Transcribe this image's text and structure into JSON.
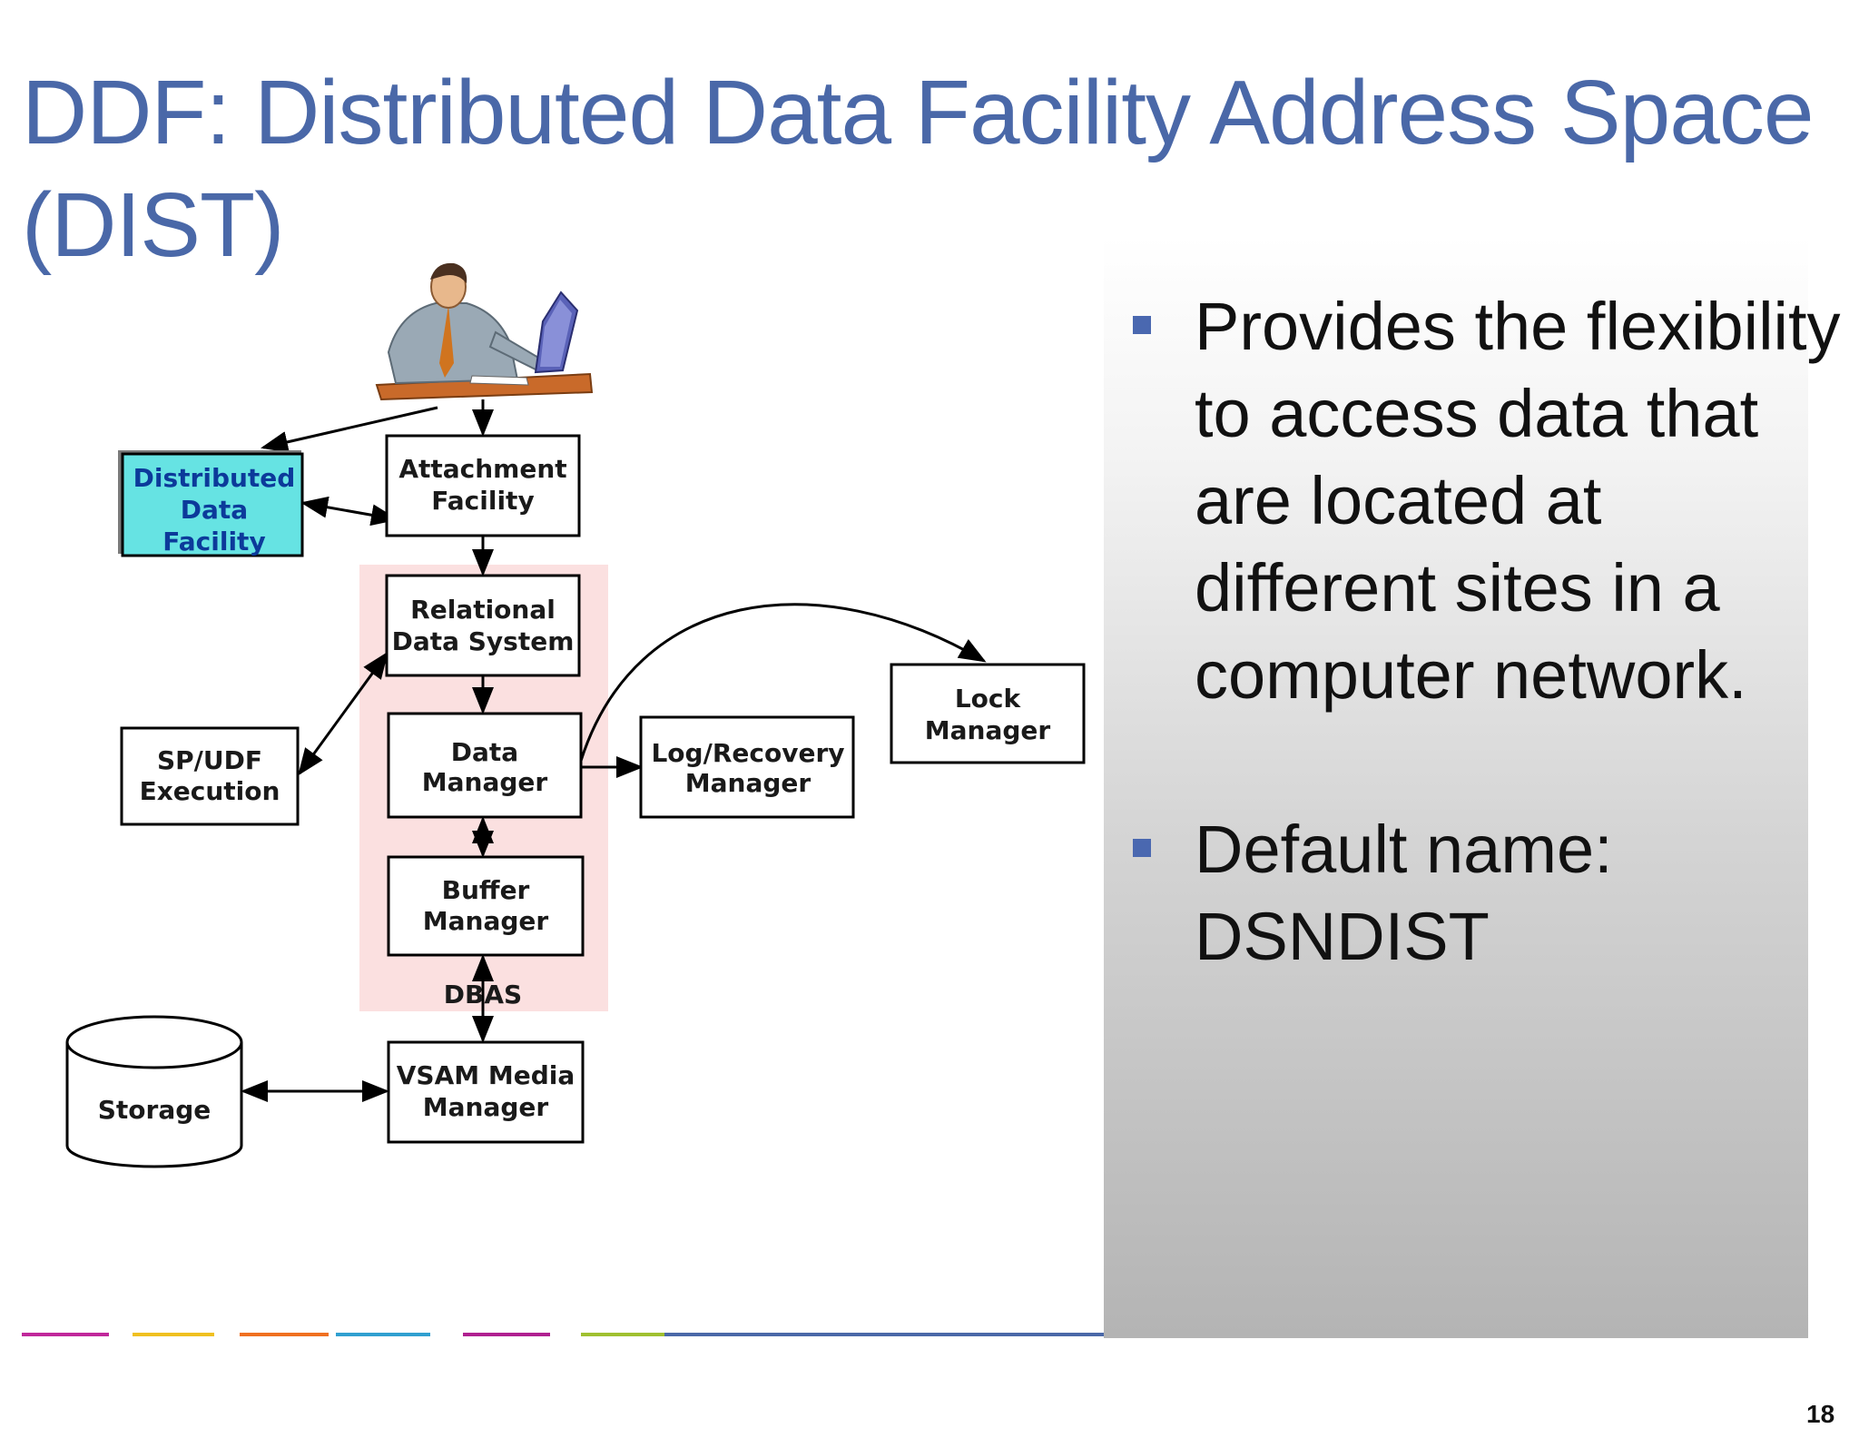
{
  "slide": {
    "title_line1": "DDF: Distributed Data Facility Address Space",
    "title_line2": "(DIST)",
    "page_number": "18"
  },
  "diagram": {
    "user_icon": "person-at-computer-icon",
    "nodes": {
      "ddf": [
        "Distributed",
        "Data",
        "Facility"
      ],
      "attachment": [
        "Attachment",
        "Facility"
      ],
      "rds": [
        "Relational",
        "Data System"
      ],
      "data_manager": [
        "Data",
        "Manager"
      ],
      "buffer_manager": [
        "Buffer",
        "Manager"
      ],
      "log_recovery": [
        "Log/Recovery",
        "Manager"
      ],
      "lock_manager": [
        "Lock",
        "Manager"
      ],
      "spudf": [
        "SP/UDF",
        "Execution"
      ],
      "vsam": [
        "VSAM Media",
        "Manager"
      ],
      "storage": "Storage"
    },
    "dbas_label": "DBAS",
    "colors": {
      "ddf_fill": "#66e3e3",
      "dbas_region": "#fbe0e0"
    }
  },
  "bullets": [
    "Provides the flexibility to access data that are located at different sites in a computer network.",
    "Default name: DSNDIST"
  ],
  "footer": {
    "colors": [
      "#c0279a",
      "#f0c020",
      "#f07020",
      "#30a0d0",
      "#b02090",
      "#a0c030",
      "#4a68a8"
    ]
  }
}
